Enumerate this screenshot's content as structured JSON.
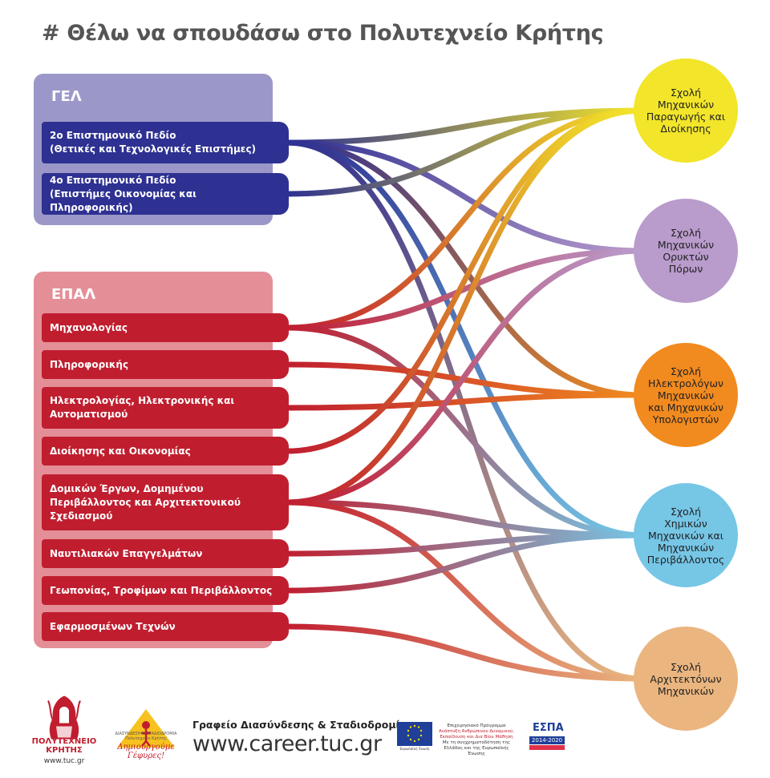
{
  "title": "# Θέλω να σπουδάσω στο Πολυτεχνείο Κρήτης",
  "groups": {
    "gel": {
      "title": "ΓΕΛ",
      "items": [
        "2ο Επιστημονικό Πεδίο\n(Θετικές και Τεχνολογικές Επιστήμες)",
        "4ο Επιστημονικό Πεδίο\n(Επιστήμες Οικονομίας και Πληροφορικής)"
      ]
    },
    "epal": {
      "title": "ΕΠΑΛ",
      "items": [
        "Μηχανολογίας",
        "Πληροφορικής",
        "Ηλεκτρολογίας, Ηλεκτρονικής και\nΑυτοματισμού",
        "Διοίκησης και Οικονομίας",
        "Δομικών Έργων, Δομημένου\nΠεριβάλλοντος και Αρχιτεκτονικού\nΣχεδιασμού",
        "Ναυτιλιακών Επαγγελμάτων",
        "Γεωπονίας, Τροφίμων και Περιβάλλοντος",
        "Εφαρμοσμένων Τεχνών"
      ]
    }
  },
  "schools": [
    {
      "label": "Σχολή\nΜηχανικών\nΠαραγωγής και\nΔιοίκησης",
      "color": "#f2e52a"
    },
    {
      "label": "Σχολή\nΜηχανικών\nΟρυκτών\nΠόρων",
      "color": "#b99bcc"
    },
    {
      "label": "Σχολή\nΗλεκτρολόγων\nΜηχανικών\nκαι Μηχανικών\nΥπολογιστών",
      "color": "#f18a1f"
    },
    {
      "label": "Σχολή\nΧημικών\nΜηχανικών και\nΜηχανικών\nΠεριβάλλοντος",
      "color": "#76c6e6"
    },
    {
      "label": "Σχολή\nΑρχιτεκτόνων\nΜηχανικών",
      "color": "#ebb57f"
    }
  ],
  "connections": [
    {
      "from": "gel.0",
      "to": 0
    },
    {
      "from": "gel.0",
      "to": 1
    },
    {
      "from": "gel.0",
      "to": 2
    },
    {
      "from": "gel.0",
      "to": 3
    },
    {
      "from": "gel.0",
      "to": 4
    },
    {
      "from": "gel.1",
      "to": 0
    },
    {
      "from": "epal.0",
      "to": 0
    },
    {
      "from": "epal.0",
      "to": 1
    },
    {
      "from": "epal.0",
      "to": 3
    },
    {
      "from": "epal.1",
      "to": 2
    },
    {
      "from": "epal.2",
      "to": 2
    },
    {
      "from": "epal.3",
      "to": 0
    },
    {
      "from": "epal.4",
      "to": 0
    },
    {
      "from": "epal.4",
      "to": 1
    },
    {
      "from": "epal.4",
      "to": 3
    },
    {
      "from": "epal.4",
      "to": 4
    },
    {
      "from": "epal.5",
      "to": 3
    },
    {
      "from": "epal.6",
      "to": 3
    },
    {
      "from": "epal.7",
      "to": 4
    }
  ],
  "footer": {
    "tuc_name": "ΠΟΛΥΤΕΧΝΕΙΟ\nΚΡΗΤΗΣ",
    "tuc_url": "www.tuc.gr",
    "career_sub": "ΔΙΑΣΥΝΔΕΣΗ & ΣΤΑΔΙΟΔΡΟΜΙΑ\nΠολυτεχνείο Κρήτης",
    "career_slogan": "Δημιουργούμε\nΓέφυρες!",
    "office_label": "Γραφείο Διασύνδεσης & Σταδιοδρομίας",
    "office_url": "www.career.tuc.gr",
    "eu_label": "Ευρωπαϊκή Ένωση",
    "program_title": "Επιχειρησιακό Πρόγραμμα",
    "program_name": "Ανάπτυξη Ανθρώπινου Δυναμικού,\nΕκπαίδευση και Δια Βίου Μάθηση",
    "program_note": "Με τη συγχρηματοδότηση της Ελλάδας και της Ευρωπαϊκής Ένωσης",
    "espa_title": "ΕΣΠΑ",
    "espa_years": "2014-2020"
  }
}
